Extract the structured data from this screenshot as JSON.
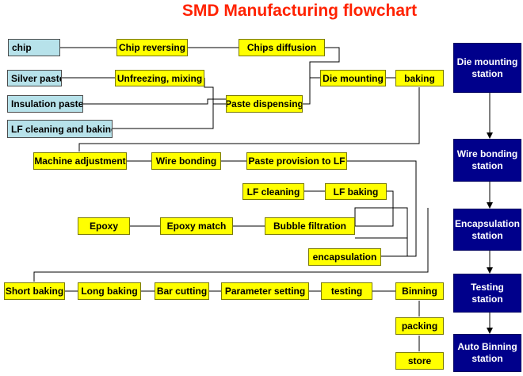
{
  "title": "SMD Manufacturing flowchart",
  "nodes": {
    "chip": "chip",
    "chip_reversing": "Chip reversing",
    "chips_diffusion": "Chips diffusion",
    "silver_paste": "Silver paste",
    "unfreezing_mixing": "Unfreezing, mixing",
    "die_mounting": "Die mounting",
    "baking": "baking",
    "insulation_paste": "Insulation paste",
    "paste_dispensing": "Paste dispensing",
    "lf_cleaning_baking": "LF cleaning and baking",
    "machine_adjustment": "Machine adjustment",
    "wire_bonding": "Wire bonding",
    "paste_provision": "Paste provision to LF",
    "lf_cleaning": "LF cleaning",
    "lf_baking": "LF baking",
    "epoxy": "Epoxy",
    "epoxy_match": "Epoxy match",
    "bubble_filtration": "Bubble filtration",
    "encapsulation": "encapsulation",
    "short_baking": "Short baking",
    "long_baking": "Long baking",
    "bar_cutting": "Bar cutting",
    "parameter_setting": "Parameter setting",
    "testing": "testing",
    "binning": "Binning",
    "packing": "packing",
    "store": "store"
  },
  "stations": {
    "die_mounting_station": "Die mounting station",
    "wire_bonding_station": "Wire bonding station",
    "encapsulation_station": "Encapsulation station",
    "testing_station": "Testing station",
    "auto_binning_station": "Auto Binning station"
  },
  "colors": {
    "title": "#ff2200",
    "process_box": "#ffff00",
    "material_box": "#b7e2ea",
    "station_box": "#00008b"
  }
}
